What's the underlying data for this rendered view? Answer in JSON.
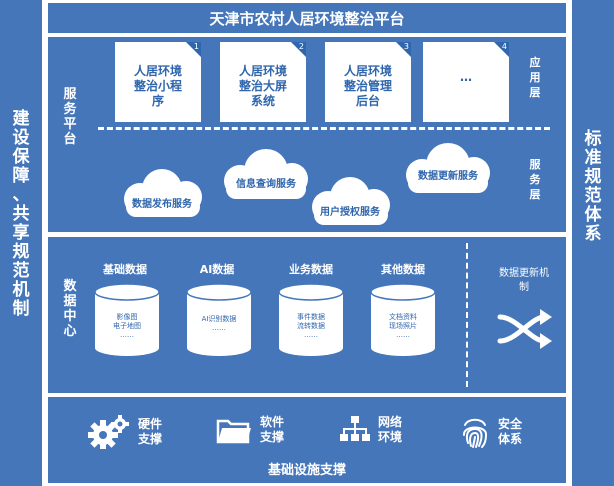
{
  "title": "天津市农村人居环境整治平台",
  "left_side_label": [
    "建",
    "设",
    "保",
    "障",
    "、",
    "共",
    "享",
    "规",
    "范",
    "机",
    "制"
  ],
  "right_side_label": [
    "标",
    "准",
    "规",
    "范",
    "体",
    "系"
  ],
  "service_platform": {
    "label": [
      "服",
      "务",
      "平",
      "台"
    ],
    "app_layer_label": [
      "应",
      "用",
      "层"
    ],
    "service_layer_label": [
      "服",
      "务",
      "层"
    ],
    "apps": [
      {
        "num": "1",
        "lines": [
          "人居环境",
          "整治小程",
          "序"
        ]
      },
      {
        "num": "2",
        "lines": [
          "人居环境",
          "整治大屏",
          "系统"
        ]
      },
      {
        "num": "3",
        "lines": [
          "人居环境",
          "整治管理",
          "后台"
        ]
      },
      {
        "num": "4",
        "lines": [
          "…"
        ]
      }
    ],
    "services": [
      "数据发布服务",
      "信息查询服务",
      "用户授权服务",
      "数据更新服务"
    ]
  },
  "data_center": {
    "label": [
      "数",
      "据",
      "中",
      "心"
    ],
    "categories": [
      {
        "title": "基础数据",
        "lines": [
          "影像图",
          "电子地图",
          "……"
        ]
      },
      {
        "title": "AI数据",
        "lines": [
          "AI识别数据",
          "……"
        ]
      },
      {
        "title": "业务数据",
        "lines": [
          "事件数据",
          "流转数据",
          "……"
        ]
      },
      {
        "title": "其他数据",
        "lines": [
          "文档资料",
          "现场照片",
          "……"
        ]
      }
    ],
    "update_mechanism": [
      "数据更新机",
      "制"
    ]
  },
  "infrastructure": {
    "title": "基础设施支撑",
    "items": [
      {
        "icon": "gears-icon",
        "lines": [
          "硬件",
          "支撑"
        ]
      },
      {
        "icon": "folder-icon",
        "lines": [
          "软件",
          "支撑"
        ]
      },
      {
        "icon": "network-icon",
        "lines": [
          "网络",
          "环境"
        ]
      },
      {
        "icon": "fingerprint-icon",
        "lines": [
          "安全",
          "体系"
        ]
      }
    ]
  },
  "colors": {
    "panel": "#4576ba",
    "accent": "#2f66ad",
    "white": "#ffffff"
  }
}
